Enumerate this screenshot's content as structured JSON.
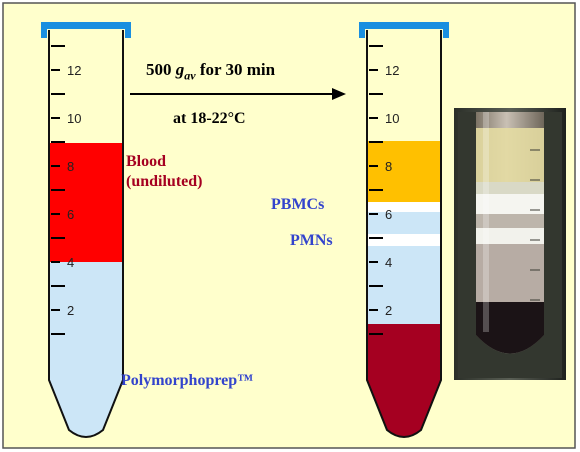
{
  "colors": {
    "panel_bg": "#ffffcc",
    "panel_border": "#555555",
    "cap": "#1a8fe0",
    "tube_outline": "#111111",
    "blood": "#ff0000",
    "polymorphoprep": "#cce6f7",
    "plasma": "#ffc000",
    "erythrocytes": "#a50021",
    "band": "#ffffff",
    "label_red": "#a50021",
    "label_blue": "#3344cc"
  },
  "left_tube": {
    "graduations": [
      "12",
      "10",
      "8",
      "6",
      "4",
      "2"
    ],
    "labels": {
      "blood_line1": "Blood",
      "blood_line2": "(undiluted)",
      "medium": "Polymorphoprep™"
    }
  },
  "right_tube": {
    "graduations": [
      "12",
      "10",
      "8",
      "6",
      "4",
      "2"
    ],
    "labels": {
      "pbmc": "PBMCs",
      "pmn": "PMNs"
    }
  },
  "arrow": {
    "speed": "500",
    "g_symbol": "g",
    "g_subscript": "av",
    "duration": "for 30 min",
    "temperature": "at 18-22°C"
  },
  "photo": {
    "icon": "centrifuge-tube-photo"
  }
}
